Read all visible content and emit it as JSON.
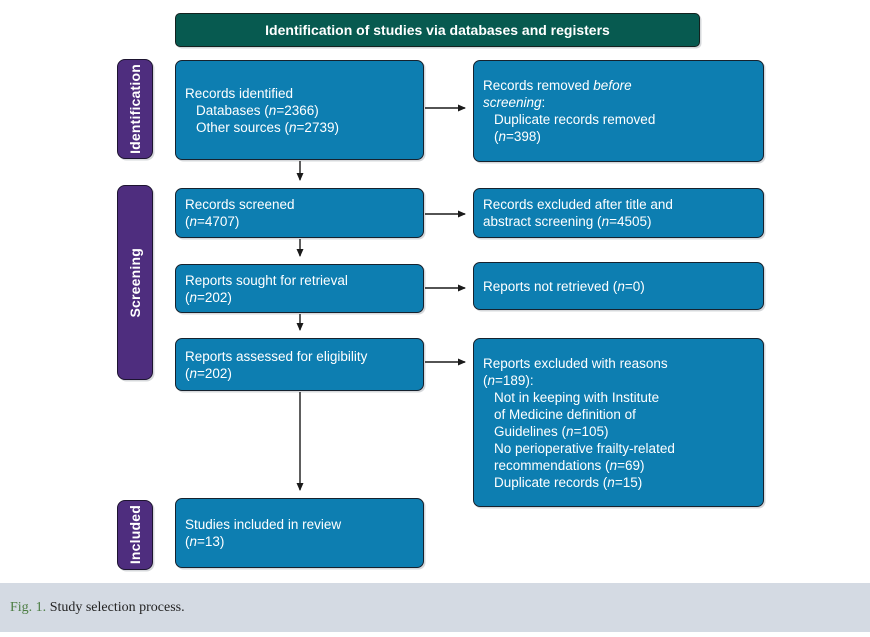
{
  "flow": {
    "header": "Identification of studies via databases and registers",
    "side_labels": [
      {
        "id": "identification",
        "label": "Identification"
      },
      {
        "id": "screening",
        "label": "Screening"
      },
      {
        "id": "included",
        "label": "Included"
      }
    ],
    "boxes": [
      {
        "id": "records-identified",
        "lines": [
          {
            "ind": false,
            "seg": [
              {
                "t": "Records identified"
              }
            ]
          },
          {
            "ind": true,
            "seg": [
              {
                "t": "Databases ("
              },
              {
                "t": "n",
                "i": true
              },
              {
                "t": "=2366)"
              }
            ]
          },
          {
            "ind": true,
            "seg": [
              {
                "t": "Other sources ("
              },
              {
                "t": "n",
                "i": true
              },
              {
                "t": "=2739)"
              }
            ]
          }
        ]
      },
      {
        "id": "records-removed",
        "lines": [
          {
            "ind": false,
            "seg": [
              {
                "t": "Records removed "
              },
              {
                "t": "before",
                "i": true
              }
            ]
          },
          {
            "ind": false,
            "seg": [
              {
                "t": "screening",
                "i": true
              },
              {
                "t": ":"
              }
            ]
          },
          {
            "ind": true,
            "seg": [
              {
                "t": "Duplicate records removed"
              }
            ]
          },
          {
            "ind": true,
            "seg": [
              {
                "t": "("
              },
              {
                "t": "n",
                "i": true
              },
              {
                "t": "=398)"
              }
            ]
          }
        ]
      },
      {
        "id": "records-screened",
        "lines": [
          {
            "ind": false,
            "seg": [
              {
                "t": "Records screened"
              }
            ]
          },
          {
            "ind": false,
            "seg": [
              {
                "t": "("
              },
              {
                "t": "n",
                "i": true
              },
              {
                "t": "=4707)"
              }
            ]
          }
        ]
      },
      {
        "id": "records-excluded",
        "lines": [
          {
            "ind": false,
            "seg": [
              {
                "t": "Records excluded after title and"
              }
            ]
          },
          {
            "ind": false,
            "seg": [
              {
                "t": "abstract screening ("
              },
              {
                "t": "n",
                "i": true
              },
              {
                "t": "=4505)"
              }
            ]
          }
        ]
      },
      {
        "id": "reports-sought",
        "lines": [
          {
            "ind": false,
            "seg": [
              {
                "t": "Reports sought for retrieval"
              }
            ]
          },
          {
            "ind": false,
            "seg": [
              {
                "t": "("
              },
              {
                "t": "n",
                "i": true
              },
              {
                "t": "=202)"
              }
            ]
          }
        ]
      },
      {
        "id": "reports-not-retrieved",
        "lines": [
          {
            "ind": false,
            "seg": [
              {
                "t": "Reports not retrieved ("
              },
              {
                "t": "n",
                "i": true
              },
              {
                "t": "=0)"
              }
            ]
          }
        ]
      },
      {
        "id": "reports-assessed",
        "lines": [
          {
            "ind": false,
            "seg": [
              {
                "t": "Reports assessed for eligibility"
              }
            ]
          },
          {
            "ind": false,
            "seg": [
              {
                "t": "("
              },
              {
                "t": "n",
                "i": true
              },
              {
                "t": "=202)"
              }
            ]
          }
        ]
      },
      {
        "id": "reports-excluded",
        "lines": [
          {
            "ind": false,
            "seg": [
              {
                "t": "Reports excluded with reasons"
              }
            ]
          },
          {
            "ind": false,
            "seg": [
              {
                "t": "("
              },
              {
                "t": "n",
                "i": true
              },
              {
                "t": "=189):"
              }
            ]
          },
          {
            "ind": true,
            "seg": [
              {
                "t": "Not in keeping with Institute"
              }
            ]
          },
          {
            "ind": true,
            "seg": [
              {
                "t": "of Medicine definition of"
              }
            ]
          },
          {
            "ind": true,
            "seg": [
              {
                "t": "Guidelines ("
              },
              {
                "t": "n",
                "i": true
              },
              {
                "t": "=105)"
              }
            ]
          },
          {
            "ind": true,
            "seg": [
              {
                "t": "No perioperative frailty-related"
              }
            ]
          },
          {
            "ind": true,
            "seg": [
              {
                "t": "recommendations ("
              },
              {
                "t": "n",
                "i": true
              },
              {
                "t": "=69)"
              }
            ]
          },
          {
            "ind": true,
            "seg": [
              {
                "t": "Duplicate records ("
              },
              {
                "t": "n",
                "i": true
              },
              {
                "t": "=15)"
              }
            ]
          }
        ]
      },
      {
        "id": "studies-included",
        "lines": [
          {
            "ind": false,
            "seg": [
              {
                "t": "Studies included in review"
              }
            ]
          },
          {
            "ind": false,
            "seg": [
              {
                "t": "("
              },
              {
                "t": "n",
                "i": true
              },
              {
                "t": "=13)"
              }
            ]
          }
        ]
      }
    ]
  },
  "caption": {
    "fig_label": "Fig. 1.",
    "text": " Study selection process."
  },
  "colors": {
    "banner_teal": "#075a50",
    "box_blue": "#0d7eb1",
    "sidebar_purple": "#4e2d7e",
    "box_border": "#16222e",
    "arrow_black": "#1a1a1a",
    "caption_background": "#d4dae3",
    "fig_label_green": "#4c7d43",
    "text_white": "#ffffff"
  }
}
